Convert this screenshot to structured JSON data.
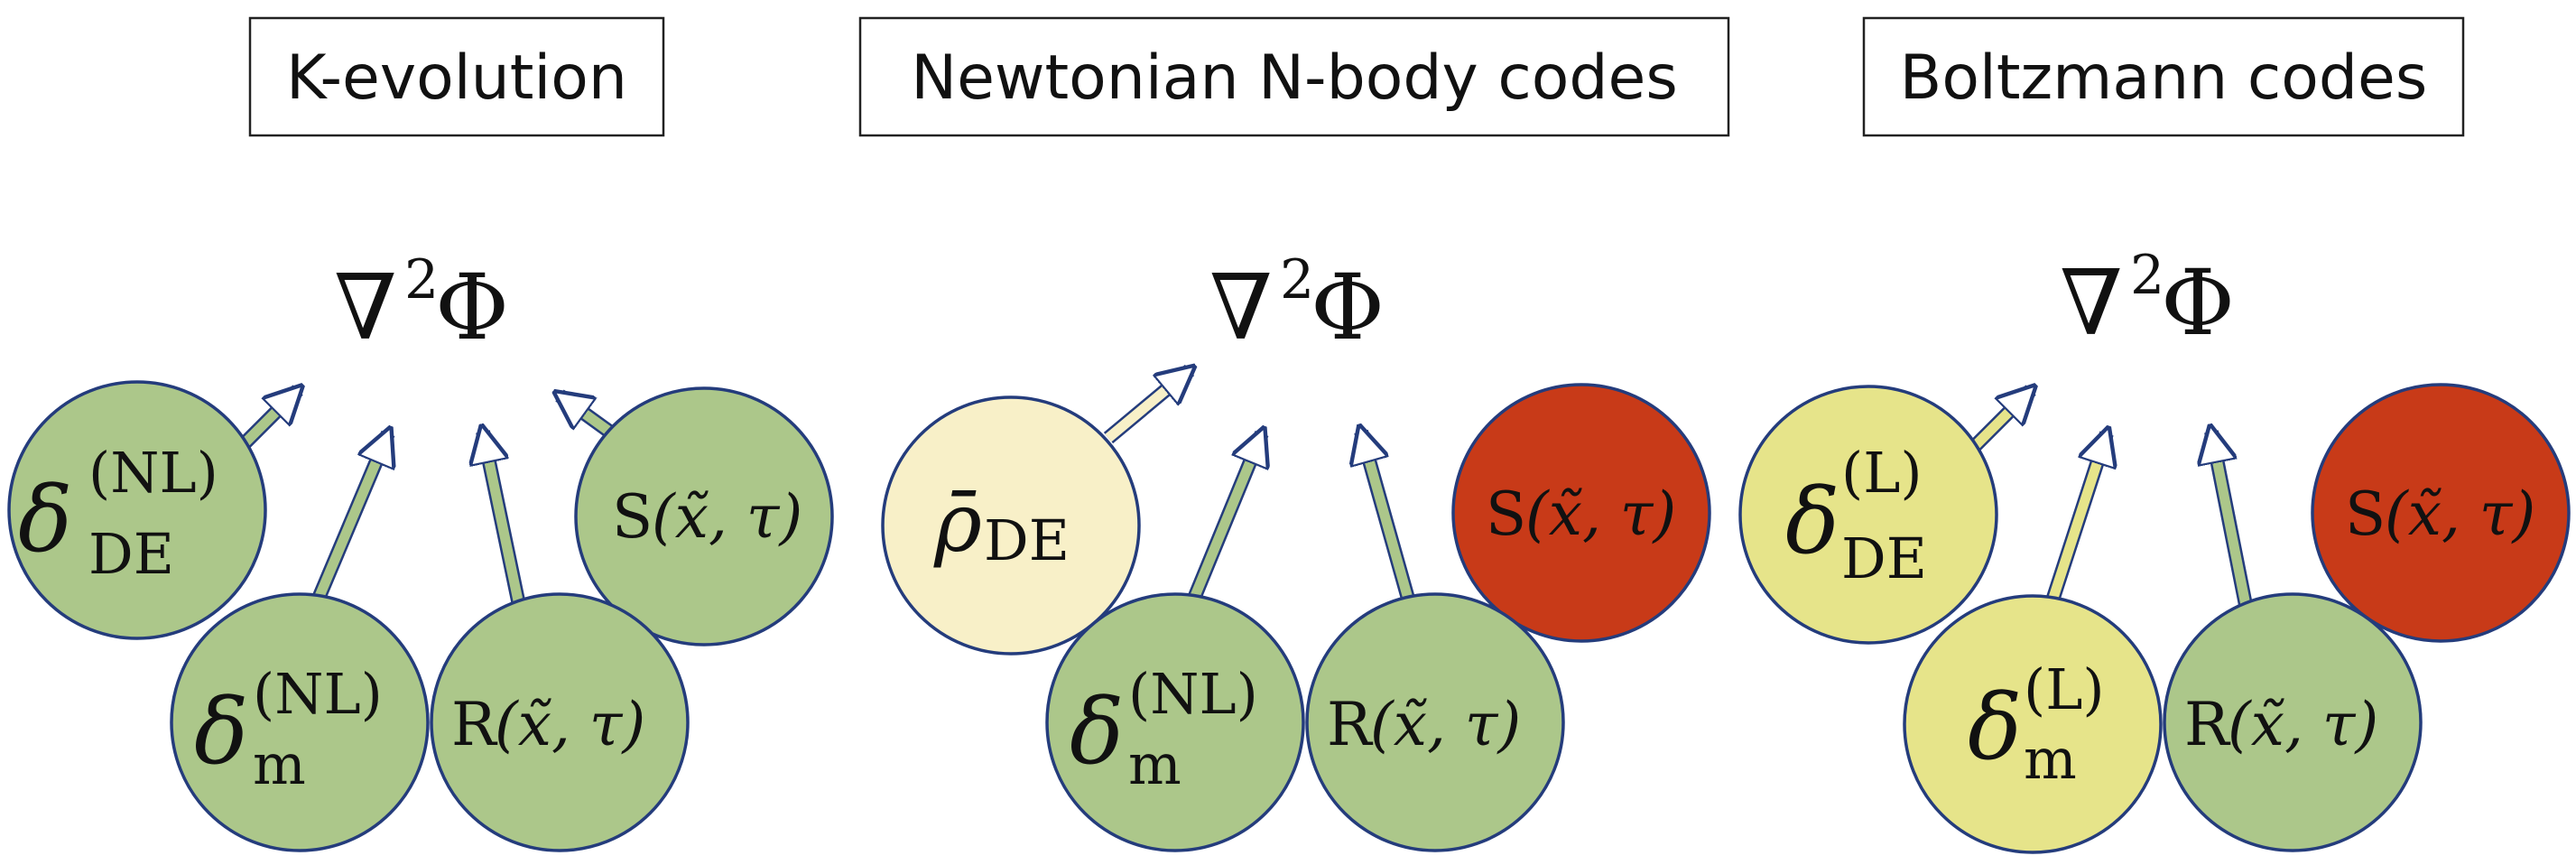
{
  "colors": {
    "green": "#acc78a",
    "cream": "#f8f0c8",
    "yellow": "#e6e48a",
    "red": "#c83a18",
    "circle_border": "#243c7c",
    "title_border": "#222222"
  },
  "panels": [
    {
      "title": "K-evolution",
      "equation": {
        "nabla": "∇",
        "sup": "2",
        "phi": "Φ"
      },
      "circles": [
        {
          "symbol": "δ",
          "sup": "(NL)",
          "sub": "DE",
          "color": "green"
        },
        {
          "symbol": "S",
          "args": "(x̃, τ)",
          "color": "green"
        },
        {
          "symbol": "δ",
          "sup": "(NL)",
          "sub": "m",
          "color": "green"
        },
        {
          "symbol": "R",
          "args": "(x̃, τ)",
          "color": "green"
        }
      ]
    },
    {
      "title": "Newtonian N-body codes",
      "equation": {
        "nabla": "∇",
        "sup": "2",
        "phi": "Φ"
      },
      "circles": [
        {
          "symbol": "ρ̄",
          "sup": "",
          "sub": "DE",
          "color": "cream"
        },
        {
          "symbol": "S",
          "args": "(x̃, τ)",
          "color": "red"
        },
        {
          "symbol": "δ",
          "sup": "(NL)",
          "sub": "m",
          "color": "green"
        },
        {
          "symbol": "R",
          "args": "(x̃, τ)",
          "color": "green"
        }
      ]
    },
    {
      "title": "Boltzmann codes",
      "equation": {
        "nabla": "∇",
        "sup": "2",
        "phi": "Φ"
      },
      "circles": [
        {
          "symbol": "δ",
          "sup": "(L)",
          "sub": "DE",
          "color": "yellow"
        },
        {
          "symbol": "S",
          "args": "(x̃, τ)",
          "color": "red"
        },
        {
          "symbol": "δ",
          "sup": "(L)",
          "sub": "m",
          "color": "yellow"
        },
        {
          "symbol": "R",
          "args": "(x̃, τ)",
          "color": "green"
        }
      ]
    }
  ]
}
